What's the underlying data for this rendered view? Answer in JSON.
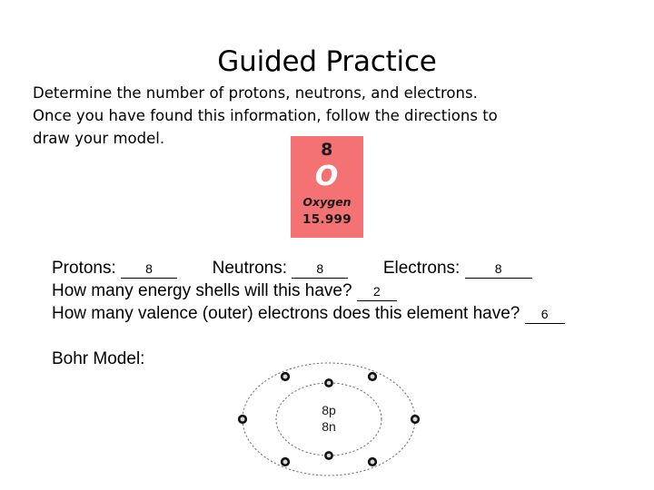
{
  "slide": {
    "title": "Guided Practice",
    "intro_lines": [
      "Determine the number of protons, neutrons, and electrons.",
      "Once you have found this information, follow the directions to",
      "draw your model."
    ]
  },
  "element_tile": {
    "atomic_number": "8",
    "symbol": "O",
    "name": "Oxygen",
    "atomic_mass": "15.999",
    "background_color": "#f47174",
    "symbol_color": "#ffffff"
  },
  "worksheet": {
    "protons_label": "Protons:",
    "protons_value": "8",
    "neutrons_label": "Neutrons:",
    "neutrons_value": "8",
    "electrons_label": "Electrons:",
    "electrons_value": "8",
    "shells_question": "How many energy shells will this have?",
    "shells_value": "2",
    "valence_question": "How many valence (outer) electrons does this element have?",
    "valence_value": "6",
    "bohr_model_label": "Bohr Model:"
  },
  "bohr_model": {
    "nucleus_protons": "8p",
    "nucleus_neutrons": "8n",
    "inner_shell_electrons": 2,
    "outer_shell_electrons": 6,
    "orbit_color": "#6e6e6e",
    "electron_fill": "#d8d8d8",
    "electron_stroke": "#111111"
  }
}
